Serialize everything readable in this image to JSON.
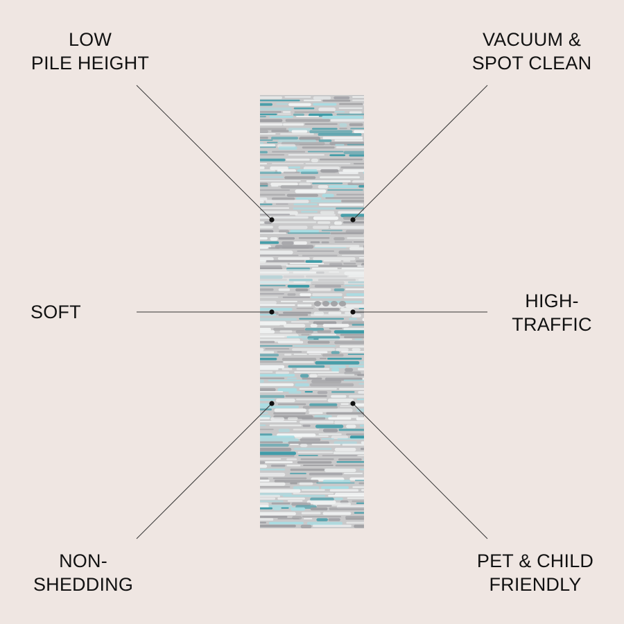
{
  "features": {
    "low_pile": {
      "line1": "LOW",
      "line2": "PILE HEIGHT"
    },
    "vacuum": {
      "line1": "VACUUM &",
      "line2": "SPOT CLEAN"
    },
    "soft": {
      "line1": "SOFT"
    },
    "high_traffic": {
      "line1": "HIGH-",
      "line2": "TRAFFIC"
    },
    "non_shedding": {
      "line1": "NON-",
      "line2": "SHEDDING"
    },
    "pet_child": {
      "line1": "PET & CHILD",
      "line2": "FRIENDLY"
    }
  },
  "colors": {
    "background": "#efe6e2",
    "text": "#111111",
    "rug_base": "#c9c9ca",
    "rug_teal": "#3a9aa6",
    "rug_light_teal": "#a8dde3",
    "rug_white": "#f2f4f4",
    "rug_gray": "#9e9ea2"
  }
}
